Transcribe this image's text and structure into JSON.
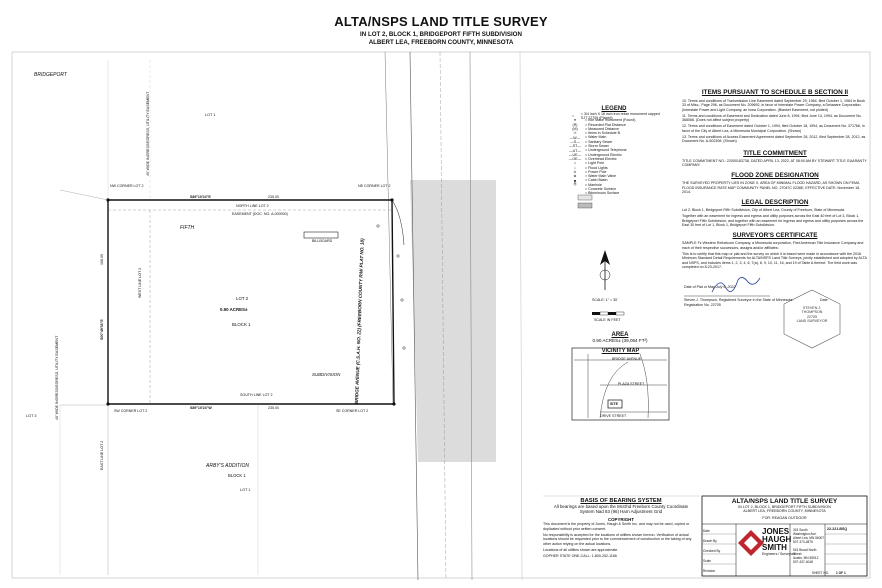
{
  "header": {
    "title": "ALTA/NSPS LAND TITLE SURVEY",
    "subtitle_1": "IN LOT 2, BLOCK 1, BRIDGEPORT FIFTH SUBDIVISION",
    "subtitle_2": "ALBERT LEA, FREEBORN COUNTY, MINNESOTA"
  },
  "map": {
    "label_bridgeport": "BRIDGEPORT",
    "label_fifth": "FIFTH",
    "label_subdivision": "SUBDIVISION",
    "label_lot2": "LOT 2",
    "label_acres": "0.90 ACRES±",
    "label_block1": "BLOCK 1",
    "label_lot1_top": "LOT 1",
    "label_lot3_left": "LOT 3",
    "label_lot1_bottom": "LOT 1",
    "label_arbys": "ARBY'S ADDITION",
    "label_arbys_block": "BLOCK 1",
    "road_label": "BRIDGE AVENUE (C.S.A.H. NO. 22) (FREEBORN COUNTY R/W PLAT NO. 18)",
    "nw_corner": "NW CORNER LOT 2",
    "ne_corner": "NE CORNER LOT 2",
    "sw_corner": "SW CORNER LOT 2",
    "se_corner": "SE CORNER LOT 2",
    "north_line": "NORTH LINE LOT 2",
    "south_line": "SOUTH LINE LOT 2",
    "west_line": "WEST LINE LOT 2",
    "east_line": "EAST LINE LOT 2",
    "bearing_top": "S89°10'24\"E",
    "dist_top": "235.00",
    "bearing_bottom": "S89°10'24\"W",
    "dist_bottom": "235.00",
    "bearing_left": "S00°49'36\"E",
    "dist_left": "168.00",
    "easement_left": "40' WIDE INGRESS/EGRESS, UTILITY EASEMENT",
    "easement_left2": "40' WIDE INGRESS/EGRESS, UTILITY EASEMENT",
    "billboard": "BILLBOARD",
    "easement_top": "EASEMENT (DOC. NO. A-000000)",
    "scale_label": "SCALE: 1\" = 30'",
    "scale_feet": "SCALE IN FEET"
  },
  "legend": {
    "title": "LEGEND",
    "items": [
      {
        "sym": "○",
        "text": "= 3/4 inch X 16 inch iron rebar monument capped SJT 22705 (Placed)"
      },
      {
        "sym": "●",
        "text": "= Iron stake monument (Found)"
      },
      {
        "sym": "(R)",
        "text": "= Recorded Plat Distance"
      },
      {
        "sym": "(M)",
        "text": "= Measured Distance"
      },
      {
        "sym": "⑦",
        "text": "= Items in Schedule B"
      },
      {
        "sym": "—W—",
        "text": "= Water Main"
      },
      {
        "sym": "—S—",
        "text": "= Sanitary Sewer"
      },
      {
        "sym": "—ST—",
        "text": "= Storm Sewer"
      },
      {
        "sym": "—UT—",
        "text": "= Underground Telephone"
      },
      {
        "sym": "—UE—",
        "text": "= Underground Electric"
      },
      {
        "sym": "—OE—",
        "text": "= Overhead Electric"
      },
      {
        "sym": "☼",
        "text": "= Light Pole"
      },
      {
        "sym": "☆",
        "text": "= Flood Lights"
      },
      {
        "sym": "⊙",
        "text": "= Power Pole"
      },
      {
        "sym": "⊗",
        "text": "= Water Main Valve"
      },
      {
        "sym": "■",
        "text": "= Catch Basin"
      },
      {
        "sym": "Ⓜ",
        "text": "= Manhole"
      },
      {
        "sym": "",
        "text": "= Concrete Surface"
      },
      {
        "sym": "",
        "text": "= Bituminous Surface"
      }
    ]
  },
  "schedule_b": {
    "title": "ITEMS PURSUANT TO SCHEDULE B SECTION II",
    "items": [
      "10. Terms and conditions of Transmission Line Easement dated September 29, 1964, filed October 1, 1964 in Book 33 of Misc., Page 296, as Document No. 209692, in favor of Interstate Power Company, a Delaware Corporation. (Interstate Power and Light Company, an Iowa Corporation. (Blanket Easement, not plotted)",
      "11. Terms and conditions of Easement and Dedication dated June 8, 1994, filed June 14, 1994, as Document No. 368066. (Does not affect subject property)",
      "12. Terms and conditions of Easement dated October 1, 1994, filed October 18, 1994, as Document No. 371766, in favor of the City of Albert Lea, a Minnesota Municipal Corporation. (Shown)",
      "13. Terms and conditions of Access Easement Agreement dated September 28, 2012, filed September 28, 2012, as Document No. A-502308. (Shown)"
    ],
    "title_commitment_hdr": "TITLE COMMITMENT",
    "title_commitment": "TITLE COMMITMENT NO.: 22000183738, DATED APRIL 13, 2022, AT 08:00 AM BY STEWART TITLE GUARANTY COMPANY.",
    "flood_hdr": "FLOOD ZONE DESIGNATION",
    "flood": "THE SURVEYED PROPERTY LIES IN ZONE X, AREA OF MINIMAL FLOOD HAZARD, AS SHOWN ON FEMA FLOOD INSURANCE RATE MAP COMMUNITY PANEL NO. 27047C 0236E, EFFECTIVE DATE: November 18, 2014.",
    "legal_hdr": "LEGAL DESCRIPTION",
    "legal_1": "Lot 2, Block 1, Bridgeport Fifth Subdivision, City of Albert Lea, County of Freeborn, State of Minnesota.",
    "legal_2": "Together with an easement for ingress and egress and utility purposes across the East 40 feet of Lot 3, Block 1, Bridgeport Fifth Subdivision, and together with an easement for ingress and egress and utility purposes across the East 30 feet of Lot 1, Block 1, Bridgeport Fifth Subdivision.",
    "cert_hdr": "SURVEYOR'S CERTIFICATE",
    "cert_1": "SAMPLE Fz Western Refuelcom Company, a Minnesota corporation, First American Title Insurance Company and each of their respective successors, assigns and/or affiliates:",
    "cert_2": "This is to certify that this map or plat and the survey on which it is based were made in accordance with the 2016 Minimum Standard Detail Requirements for ALTA/NSPS Land Title Surveys, jointly established and adopted by ALTA and NSPS, and includes items 1, 2, 3, 4, 6, 7(a), 8, 9, 10, 11, 16, and 19 of Table A thereof. The field work was completed on 8-23-2017.",
    "date_plat": "Date of Plat or Map:",
    "date_value": "July 6, 2022",
    "surveyor": "Steven J. Thompson, Registered Surveyor in the State of Minnesota",
    "reg_no": "Registration No. 22705",
    "date_label": "Date"
  },
  "area": {
    "title": "AREA",
    "value": "0.90 ACRES± (39,064 FT²)"
  },
  "vicinity": {
    "title": "VICINITY MAP",
    "site": "SITE",
    "street_1": "BRIDGE AVENUE",
    "street_2": "PLAZA STREET",
    "street_3": "DRIVE STREET"
  },
  "seal": {
    "line1": "STEVEN J.",
    "line2": "THOMPSON",
    "line3": "22705",
    "line4": "LAND SURVEYOR"
  },
  "basis": {
    "title": "BASIS OF BEARING SYSTEM",
    "line1": "All bearings are based upon the McGhd Freeborn County Coordinate",
    "line2": "System Nad 83 (96) Harn Adjustment Grid",
    "copyright_hdr": "COPYRIGHT",
    "copyright": "This document is the property of Jones, Haugh & Smith Inc. and may not be used, copied or duplicated without prior written consent.",
    "note1": "No responsibility is accepted for the locations of utilities shown hereon. Verification of actual locations should be requested prior to the commencement of construction or the taking of any other action relying on the actual locations.",
    "note2": "Locations of all utilities shown are approximate.",
    "gopher": "GOPHER STATE ONE-CALL: 1-800-252-1166"
  },
  "title_block": {
    "title": "ALTA/NSPS LAND TITLE SURVEY",
    "sub1": "IN LOT 2, BLOCK 1, BRIDGEPORT FIFTH SUBDIVISION",
    "sub2": "ALBERT LEA, FREEBORN COUNTY, MINNESOTA",
    "client": "FOR: REAGAN OUTDOOR",
    "firm_1": "JONES",
    "firm_2": "HAUGH",
    "firm_3": "SMITH",
    "firm_tag": "Engineers / Surveyors",
    "addr_1": "315 South Washington Ave.",
    "addr_2": "Albert Lea, MN 56007",
    "addr_3": "507-373-4876",
    "addr_4": "515 Broad North Street",
    "addr_5": "Austin, MN 55912",
    "addr_6": "507-437-4048",
    "proj_no": "22-221-BSQ",
    "sheet": "SHEET NO.",
    "sheet_val": "1 OF 1",
    "rows": [
      "Date",
      "Drawn By",
      "Checked By",
      "Scale",
      "Revision"
    ]
  }
}
